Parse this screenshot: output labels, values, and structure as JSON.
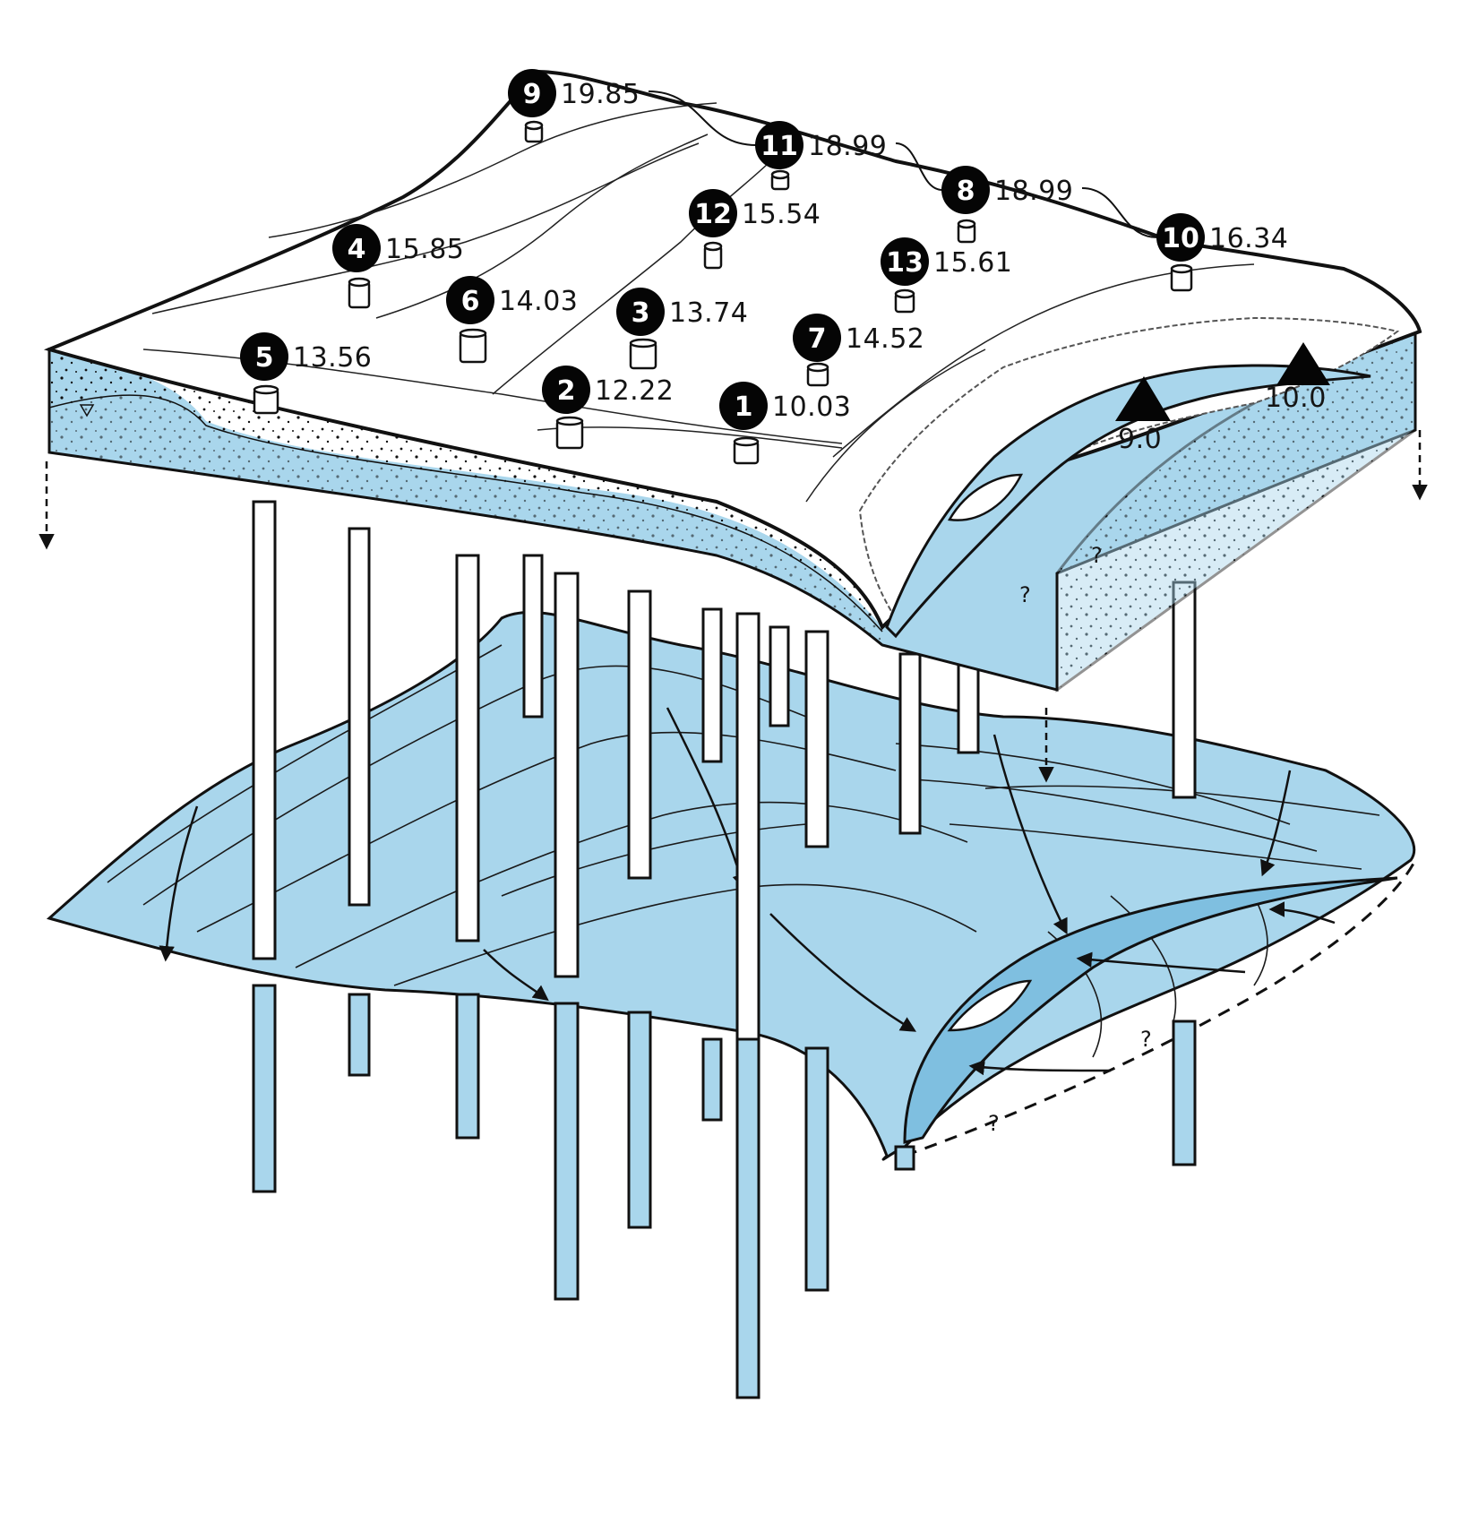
{
  "wells": [
    {
      "id": "1",
      "value": "10.03"
    },
    {
      "id": "2",
      "value": "12.22"
    },
    {
      "id": "3",
      "value": "13.74"
    },
    {
      "id": "4",
      "value": "15.85"
    },
    {
      "id": "5",
      "value": "13.56"
    },
    {
      "id": "6",
      "value": "14.03"
    },
    {
      "id": "7",
      "value": "14.52"
    },
    {
      "id": "8",
      "value": "18.99"
    },
    {
      "id": "9",
      "value": "19.85"
    },
    {
      "id": "10",
      "value": "16.34"
    },
    {
      "id": "11",
      "value": "18.99"
    },
    {
      "id": "12",
      "value": "15.54"
    },
    {
      "id": "13",
      "value": "15.61"
    }
  ],
  "stream_gauges": [
    {
      "value": "9.0"
    },
    {
      "value": "10.0"
    }
  ],
  "unknown_marks": [
    "?",
    "?",
    "?",
    "?"
  ],
  "colors": {
    "water": "#a9d6ec",
    "water_dark": "#7fbfe0",
    "ink": "#111111",
    "land": "#ffffff",
    "marker": "#050505"
  }
}
